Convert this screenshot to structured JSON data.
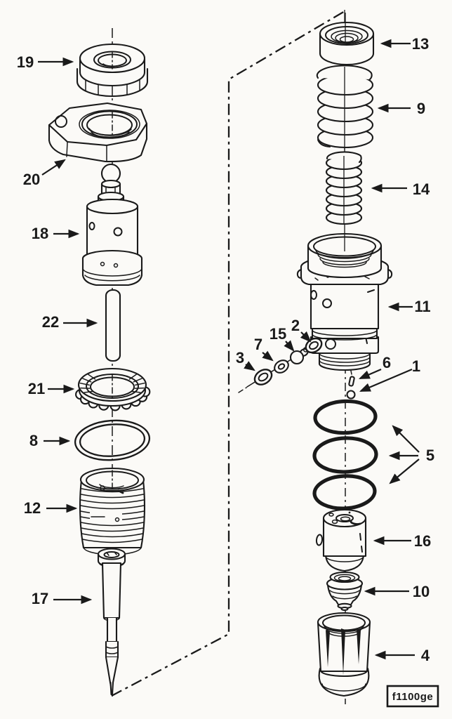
{
  "figure": {
    "code": "f1100ge"
  },
  "colors": {
    "ink": "#1a1a1a",
    "paper": "#fbfaf7"
  },
  "callouts": [
    {
      "label": "19"
    },
    {
      "label": "20"
    },
    {
      "label": "18"
    },
    {
      "label": "22"
    },
    {
      "label": "21"
    },
    {
      "label": "8"
    },
    {
      "label": "12"
    },
    {
      "label": "17"
    },
    {
      "label": "13"
    },
    {
      "label": "9"
    },
    {
      "label": "14"
    },
    {
      "label": "11"
    },
    {
      "label": "2"
    },
    {
      "label": "15"
    },
    {
      "label": "7"
    },
    {
      "label": "3"
    },
    {
      "label": "6"
    },
    {
      "label": "1"
    },
    {
      "label": "5"
    },
    {
      "label": "16"
    },
    {
      "label": "10"
    },
    {
      "label": "4"
    }
  ]
}
